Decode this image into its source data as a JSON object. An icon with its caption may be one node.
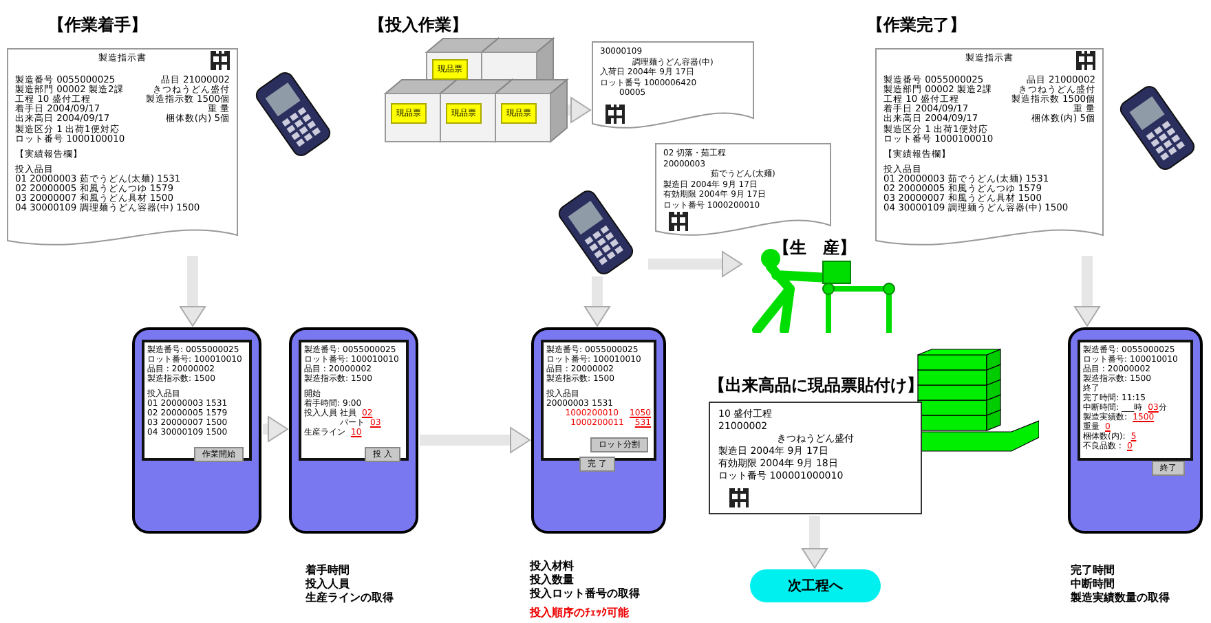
{
  "diagram": {
    "nodes": [
      {
        "text": [
          "製造指示書",
          "製造番号 0055000025",
          "品目 21000002",
          "製造部門 00002 製造2課",
          "きつねうどん盛付",
          "工程 10 盛付工程",
          "製造指示数 1500個",
          "着手日 2004/09/17",
          "重 量",
          "出来高日 2004/09/17",
          "梱体数(内) 5個",
          "製造区分 1 出荷1便対応",
          "ロット番号 1000100010",
          "【実績報告欄】",
          "投入品目",
          "01 20000003 茹でうどん(太麺) 1531",
          "02 20000005 和風うどんつゆ 1579",
          "03 20000007 和風うどん具材 1500",
          "04 30000109 調理麺うどん容器(中) 1500"
        ]
      },
      {
        "text": [],
        "shape": "picture"
      },
      {
        "text": [
          "現品票",
          "現品票",
          "現品票",
          "現品票"
        ]
      },
      {
        "text": [
          "30000109",
          "調理麺うどん容器(中)",
          "入荷日 2004年 9月 17日",
          "ロット番号 1000006420",
          "00005"
        ]
      },
      {
        "text": [
          "02 切落・茹工程",
          "20000003",
          "茹でうどん(太麺)",
          "製造日 2004年 9月 17日",
          "有効期限 2004年 9月 17日",
          "ロット番号 1000200010"
        ]
      },
      {
        "text": [],
        "shape": "picture"
      },
      {
        "text": [
          "製造指示書",
          "製造番号 0055000025",
          "品目 21000002",
          "製造部門 00002 製造2課",
          "きつねうどん盛付",
          "工程 10 盛付工程",
          "製造指示数 1500個",
          "着手日 2004/09/17",
          "重 量",
          "出来高日 2004/09/17",
          "梱体数(内) 5個",
          "製造区分 1 出荷1便対応",
          "ロット番号 1000100010",
          "【実績報告欄】",
          "投入品目",
          "01 20000003 茹でうどん(太麺) 1531",
          "02 20000005 和風うどんつゆ 1579",
          "03 20000007 和風うどん具材 1500",
          "04 30000109 調理麺うどん容器(中) 1500"
        ]
      },
      {
        "text": [],
        "shape": "picture"
      },
      {
        "text": [
          "製造番号: 0055000025",
          "ロット番号: 100010010",
          "品目 : 20000002",
          "製造指示数: 1500",
          "投入品目",
          "01 20000003 1531",
          "02 20000005 1579",
          "03 20000007 1500",
          "04 30000109 1500",
          "作業開始"
        ]
      },
      {
        "text": [
          "製造番号: 0055000025",
          "ロット番号: 100010010",
          "品目 : 20000002",
          "製造指示数: 1500",
          "開始",
          "着手時間: 9:00",
          "投入人員 社員",
          "02",
          "パート",
          "03",
          "生産ライン",
          "10",
          "投 入"
        ]
      },
      {
        "text": [
          "製造番号: 0055000025",
          "ロット番号: 100010010",
          "品目 : 20000002",
          "製造指示数: 1500",
          "投入品目",
          "20000003 1531",
          "1000200010",
          "1050",
          "1000200011",
          "531",
          "ロット分割",
          "完 了"
        ]
      },
      {
        "text": [],
        "shape": "picture"
      },
      {
        "text": [],
        "shape": "picture"
      },
      {
        "text": [
          "【出来高品に現品票貼付け】",
          "10 盛付工程",
          "21000002",
          "きつねうどん盛付",
          "製造日 2004年 9月 17日",
          "有効期限 2004年 9月 18日",
          "ロット番号 100001000010"
        ]
      },
      {
        "text": [
          "次工程へ"
        ]
      },
      {
        "text": [
          "製造番号: 0055000025",
          "ロット番号: 100010010",
          "品目 : 20000002",
          "製造指示数: 1500",
          "終了",
          "完了時間: 11:15",
          "中断時間: ___時",
          "03",
          "分",
          "製造実績数:",
          "1500",
          "重量",
          "0",
          "梱体数(内):",
          "5",
          "不良品数 :",
          "0",
          "終了"
        ]
      }
    ],
    "edges": [
      {
        "from": 0,
        "to": 8,
        "arrow": "to"
      },
      {
        "from": 8,
        "to": 9,
        "arrow": "to"
      },
      {
        "from": 9,
        "to": 10,
        "arrow": "to"
      },
      {
        "from": 2,
        "to": 3,
        "arrow": "to"
      },
      {
        "from": 5,
        "to": 10,
        "arrow": "to"
      },
      {
        "from": 5,
        "to": 11,
        "arrow": "to"
      },
      {
        "from": 6,
        "to": 15,
        "arrow": "to"
      },
      {
        "from": 13,
        "to": 14,
        "arrow": "to"
      }
    ],
    "labels": [
      "【作業着手】",
      "【投入作業】",
      "【作業完了】",
      "【生　産】",
      "着手時間",
      "投入人員",
      "生産ラインの取得",
      "投入材料",
      "投入数量",
      "投入ロット番号の取得",
      "投入順序のﾁｪｯｸ可能",
      "完了時間",
      "中断時間",
      "製造実績数量の取得"
    ]
  }
}
